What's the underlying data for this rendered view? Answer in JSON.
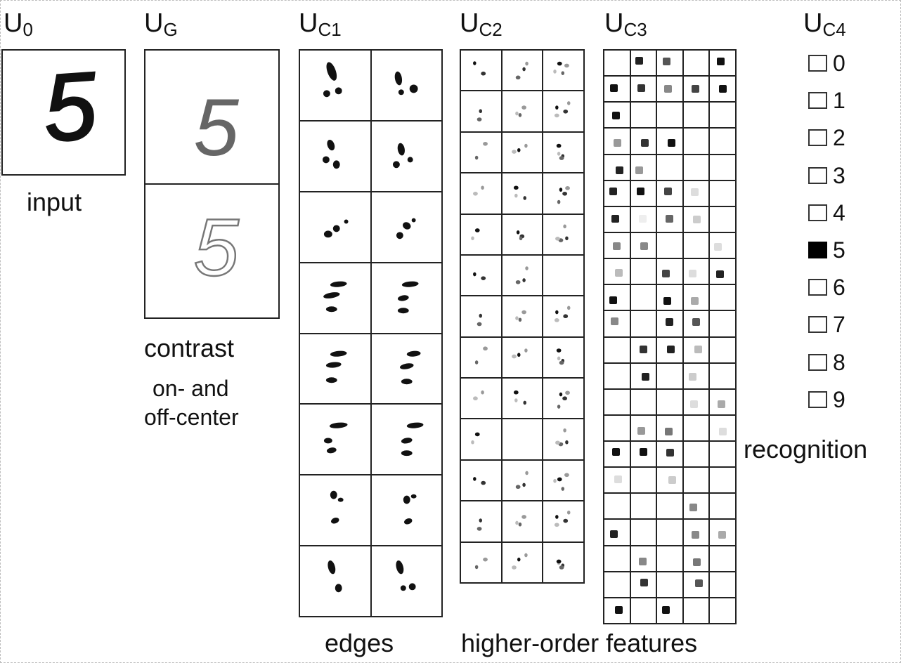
{
  "layers": {
    "u0": {
      "base": "U",
      "sub": "0"
    },
    "ug": {
      "base": "U",
      "sub": "G"
    },
    "uc1": {
      "base": "U",
      "sub": "C1"
    },
    "uc2": {
      "base": "U",
      "sub": "C2"
    },
    "uc3": {
      "base": "U",
      "sub": "C3"
    },
    "uc4": {
      "base": "U",
      "sub": "C4"
    }
  },
  "captions": {
    "input": "input",
    "contrast": "contrast",
    "on_off_1": "on- and",
    "on_off_2": "off-center",
    "edges": "edges",
    "higher_order": "higher-order features",
    "recognition": "recognition"
  },
  "digit_glyph": "5",
  "recognition": {
    "digits": [
      "0",
      "1",
      "2",
      "3",
      "4",
      "5",
      "6",
      "7",
      "8",
      "9"
    ],
    "active_digit": "5"
  },
  "uc2_empty_cells": [
    [
      5,
      2
    ],
    [
      9,
      1
    ]
  ],
  "uc3_activations": [
    [
      [
        1,
        0.9,
        "#222"
      ],
      [
        2,
        0.9,
        "#555"
      ],
      [
        4,
        0.9,
        "#111"
      ]
    ],
    [
      [
        0,
        0.9,
        "#111"
      ],
      [
        1,
        0.9,
        "#333"
      ],
      [
        2,
        0.9,
        "#888"
      ],
      [
        3,
        0.9,
        "#444"
      ],
      [
        4,
        0.9,
        "#111"
      ]
    ],
    [
      [
        0,
        0.9,
        "#111"
      ]
    ],
    [
      [
        0,
        0.9,
        "#999"
      ],
      [
        1,
        0.9,
        "#333"
      ],
      [
        2,
        0.9,
        "#111"
      ]
    ],
    [
      [
        0,
        0.9,
        "#222"
      ],
      [
        1,
        0.9,
        "#999"
      ]
    ],
    [
      [
        0,
        0.9,
        "#222"
      ],
      [
        1,
        0.9,
        "#111"
      ],
      [
        2,
        0.9,
        "#444"
      ],
      [
        3,
        0.9,
        "#ddd"
      ]
    ],
    [
      [
        0,
        0.9,
        "#222"
      ],
      [
        1,
        0.9,
        "#eee"
      ],
      [
        2,
        0.9,
        "#666"
      ],
      [
        3,
        0.9,
        "#ccc"
      ]
    ],
    [
      [
        0,
        0.9,
        "#888"
      ],
      [
        1,
        0.9,
        "#888"
      ],
      [
        4,
        0.9,
        "#ddd"
      ]
    ],
    [
      [
        0,
        0.9,
        "#bbb"
      ],
      [
        2,
        0.9,
        "#444"
      ],
      [
        3,
        0.9,
        "#ddd"
      ],
      [
        4,
        0.9,
        "#222"
      ]
    ],
    [
      [
        0,
        0.9,
        "#111"
      ],
      [
        2,
        0.9,
        "#111"
      ],
      [
        3,
        0.9,
        "#aaa"
      ]
    ],
    [
      [
        0,
        0.9,
        "#888"
      ],
      [
        2,
        0.9,
        "#222"
      ],
      [
        3,
        0.9,
        "#555"
      ]
    ],
    [
      [
        1,
        0.9,
        "#333"
      ],
      [
        2,
        0.9,
        "#222"
      ],
      [
        3,
        0.9,
        "#bbb"
      ]
    ],
    [
      [
        1,
        0.9,
        "#222"
      ],
      [
        3,
        0.9,
        "#ccc"
      ]
    ],
    [
      [
        3,
        0.9,
        "#ddd"
      ],
      [
        4,
        0.9,
        "#aaa"
      ]
    ],
    [
      [
        1,
        0.9,
        "#999"
      ],
      [
        2,
        0.9,
        "#777"
      ],
      [
        4,
        0.9,
        "#ddd"
      ]
    ],
    [
      [
        0,
        0.9,
        "#111"
      ],
      [
        1,
        0.9,
        "#111"
      ],
      [
        2,
        0.9,
        "#333"
      ]
    ],
    [
      [
        0,
        0.9,
        "#ddd"
      ],
      [
        2,
        0.9,
        "#ccc"
      ]
    ],
    [
      [
        3,
        0.9,
        "#888"
      ]
    ],
    [
      [
        0,
        0.9,
        "#222"
      ],
      [
        3,
        0.9,
        "#888"
      ],
      [
        4,
        0.9,
        "#aaa"
      ]
    ],
    [
      [
        1,
        0.9,
        "#888"
      ],
      [
        3,
        0.9,
        "#777"
      ]
    ],
    [
      [
        1,
        0.9,
        "#333"
      ],
      [
        3,
        0.9,
        "#555"
      ]
    ],
    [
      [
        0,
        0.9,
        "#111"
      ],
      [
        2,
        0.9,
        "#111"
      ]
    ]
  ]
}
